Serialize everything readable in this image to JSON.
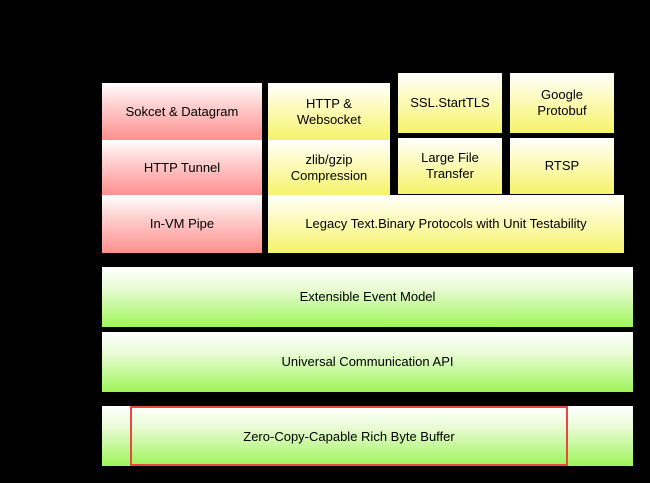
{
  "diagram": {
    "transport_services": {
      "socket_datagram": "Sokcet & Datagram",
      "http_tunnel": "HTTP Tunnel",
      "in_vm_pipe": "In-VM Pipe"
    },
    "protocol_support": {
      "http_websocket": "HTTP &\nWebsocket",
      "ssl_starttls": "SSL.StartTLS",
      "google_protobuf": "Google\nProtobuf",
      "zlib_gzip": "zlib/gzip\nCompression",
      "large_file_transfer": "Large File\nTransfer",
      "rtsp": "RTSP",
      "legacy_protocols": "Legacy Text.Binary Protocols with Unit Testability"
    },
    "core": {
      "event_model": "Extensible Event Model",
      "communication_api": "Universal Communication API",
      "byte_buffer": "Zero-Copy-Capable Rich Byte Buffer"
    }
  },
  "colors": {
    "background": "#000000",
    "transport": "#ff8f8f",
    "protocol": "#f6f36a",
    "core": "#9ef55a",
    "highlight_border": "#e8483e"
  }
}
